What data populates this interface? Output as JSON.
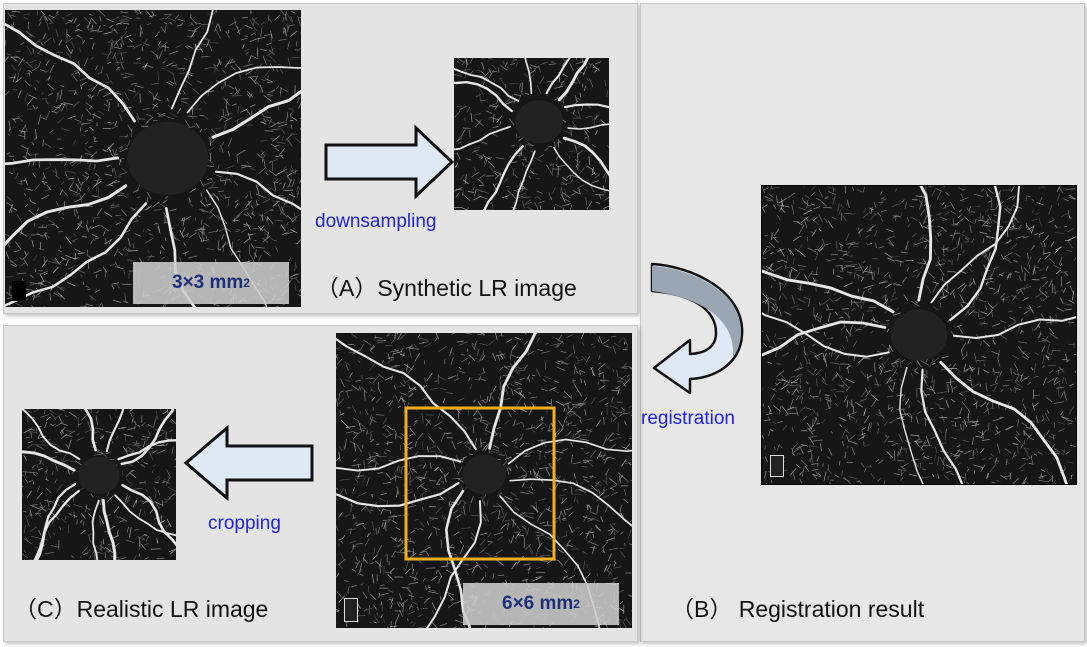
{
  "panels": {
    "a": {
      "caption": "（A）Synthetic LR image",
      "scale_text": "3×3 mm",
      "scale_sup": "2",
      "operation": "downsampling"
    },
    "b": {
      "caption": "（B） Registration result",
      "operation": "registration"
    },
    "c": {
      "caption": "（C）Realistic LR image",
      "scale_text": "6×6 mm",
      "scale_sup": "2",
      "operation": "cropping"
    }
  },
  "colors": {
    "arrow_fill": "#dfe9f6",
    "arrow_stroke": "#111111",
    "crop_box": "#f2b01e",
    "label_blue": "#2222dd",
    "badge_text": "#1e2f7a"
  },
  "icons": {
    "flow_arrow": "right-arrow-icon",
    "curved_arrow": "curved-arrow-icon",
    "back_arrow": "left-arrow-icon"
  }
}
